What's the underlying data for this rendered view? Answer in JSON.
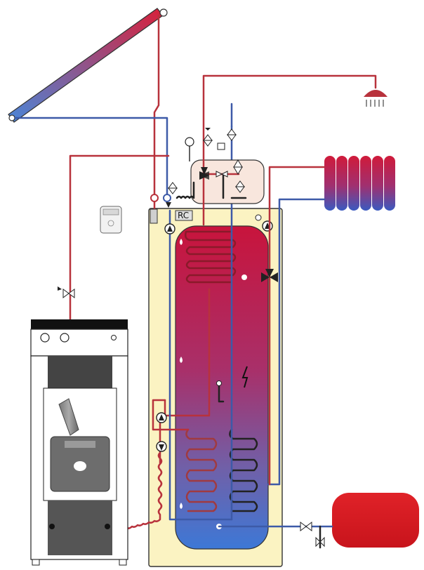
{
  "diagram": {
    "controller_label": "RC",
    "colors": {
      "hot": "#b8323c",
      "cold": "#3d5aa8",
      "jacket": "#fbf3c2",
      "tank_top": "#c8143c",
      "tank_bottom": "#3d78d6",
      "expansion_vessel": "#d81a24",
      "station": "#f8e6dd",
      "boiler_dark": "#444444"
    },
    "components": [
      "solar-collector",
      "storage-tank",
      "solid-fuel-boiler",
      "radiator",
      "shower-head",
      "expansion-vessel",
      "room-thermostat",
      "mixing-station"
    ]
  }
}
